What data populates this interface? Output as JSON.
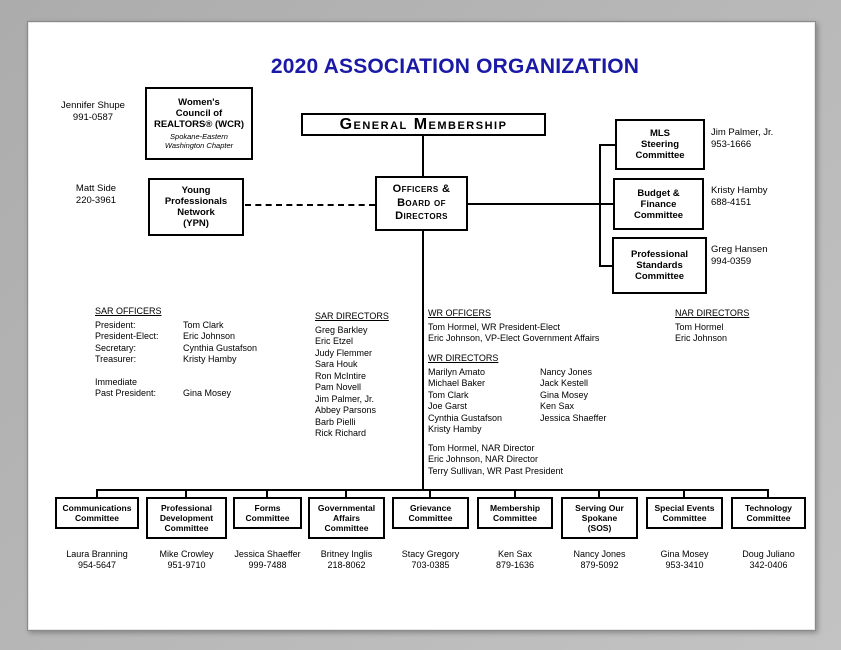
{
  "title": "2020 ASSOCIATION ORGANIZATION",
  "colors": {
    "title_blue": "#1a1aa6",
    "line_black": "#000000"
  },
  "boxes": {
    "wcr": {
      "title": "Women's\nCouncil of\nREALTORS® (WCR)",
      "subtitle": "Spokane-Eastern\nWashington Chapter",
      "contact_name": "Jennifer Shupe",
      "contact_phone": "991-0587"
    },
    "general_membership": {
      "label": "General Membership"
    },
    "officers_board": {
      "label": "Officers &\nBoard of\nDirectors"
    },
    "ypn": {
      "title": "Young\nProfessionals\nNetwork\n(YPN)",
      "contact_name": "Matt Side",
      "contact_phone": "220-3961"
    },
    "mls": {
      "title": "MLS\nSteering\nCommittee",
      "contact_name": "Jim Palmer, Jr.",
      "contact_phone": "953-1666"
    },
    "budget": {
      "title": "Budget &\nFinance\nCommittee",
      "contact_name": "Kristy Hamby",
      "contact_phone": "688-4151"
    },
    "professional_standards": {
      "title": "Professional\nStandards\nCommittee",
      "contact_name": "Greg Hansen",
      "contact_phone": "994-0359"
    }
  },
  "sar_officers": {
    "header": "SAR OFFICERS",
    "rows": [
      {
        "label": "President:",
        "value": "Tom Clark"
      },
      {
        "label": "President-Elect:",
        "value": "Eric Johnson"
      },
      {
        "label": "Secretary:",
        "value": "Cynthia Gustafson"
      },
      {
        "label": "Treasurer:",
        "value": "Kristy Hamby"
      },
      {
        "label": "Immediate",
        "value": ""
      },
      {
        "label": "Past President:",
        "value": "Gina Mosey"
      }
    ]
  },
  "sar_directors": {
    "header": "SAR DIRECTORS",
    "items": [
      "Greg Barkley",
      "Eric Etzel",
      "Judy Flemmer",
      "Sara Houk",
      "Ron McIntire",
      "Pam Novell",
      "Jim Palmer, Jr.",
      "Abbey Parsons",
      "Barb Pielli",
      "Rick Richard"
    ]
  },
  "wr_officers": {
    "header": "WR OFFICERS",
    "items": [
      "Tom Hormel, WR President-Elect",
      "Eric Johnson, VP-Elect Government Affairs"
    ]
  },
  "wr_directors": {
    "header": "WR DIRECTORS",
    "col1": [
      "Marilyn Amato",
      "Michael Baker",
      "Tom Clark",
      "Joe Garst",
      "Cynthia Gustafson",
      "Kristy Hamby"
    ],
    "col2": [
      "Nancy Jones",
      "Jack Kestell",
      "Gina Mosey",
      "Ken Sax",
      "Jessica Shaeffer"
    ],
    "notes": [
      "Tom Hormel, NAR Director",
      "Eric Johnson, NAR Director",
      "Terry Sullivan, WR Past President"
    ]
  },
  "nar_directors": {
    "header": "NAR DIRECTORS",
    "items": [
      "Tom Hormel",
      "Eric Johnson"
    ]
  },
  "committees": [
    {
      "title": "Communications\nCommittee",
      "contact_name": "Laura Branning",
      "contact_phone": "954-5647"
    },
    {
      "title": "Professional\nDevelopment\nCommittee",
      "contact_name": "Mike Crowley",
      "contact_phone": "951-9710"
    },
    {
      "title": "Forms\nCommittee",
      "contact_name": "Jessica Shaeffer",
      "contact_phone": "999-7488"
    },
    {
      "title": "Governmental\nAffairs\nCommittee",
      "contact_name": "Britney Inglis",
      "contact_phone": "218-8062"
    },
    {
      "title": "Grievance\nCommittee",
      "contact_name": "Stacy Gregory",
      "contact_phone": "703-0385"
    },
    {
      "title": "Membership\nCommittee",
      "contact_name": "Ken Sax",
      "contact_phone": "879-1636"
    },
    {
      "title": "Serving Our\nSpokane\n(SOS)",
      "contact_name": "Nancy Jones",
      "contact_phone": "879-5092"
    },
    {
      "title": "Special Events\nCommittee",
      "contact_name": "Gina Mosey",
      "contact_phone": "953-3410"
    },
    {
      "title": "Technology\nCommittee",
      "contact_name": "Doug Juliano",
      "contact_phone": "342-0406"
    }
  ]
}
